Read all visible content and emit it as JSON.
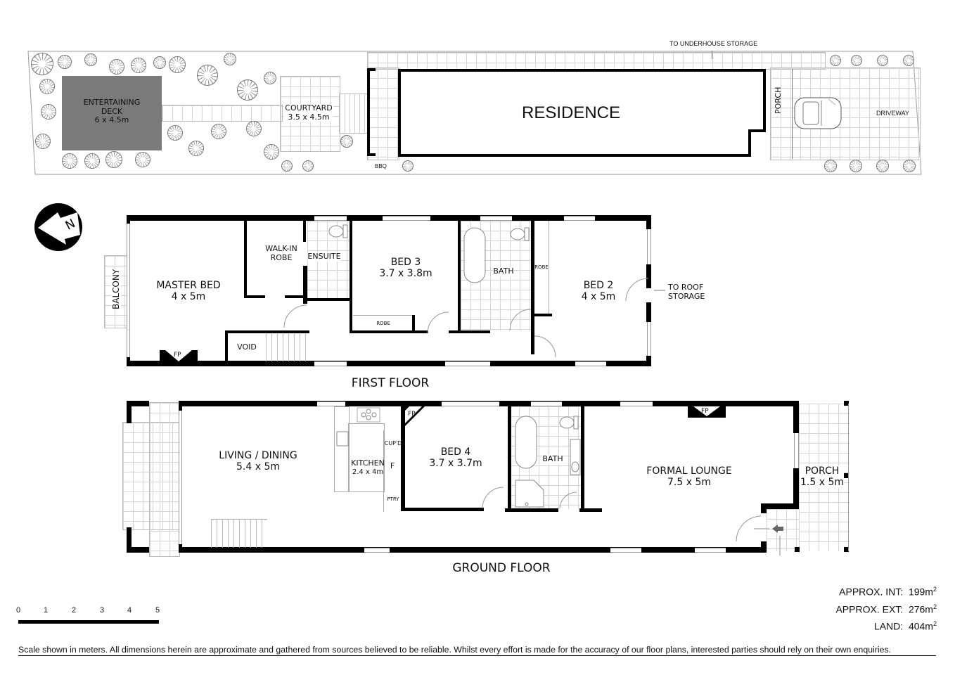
{
  "site_plan": {
    "entertaining_deck": {
      "name": "ENTERTAINING DECK",
      "size": "6 x 4.5m",
      "color": "#7a7a7a"
    },
    "courtyard": {
      "name": "COURTYARD",
      "size": "3.5 x 4.5m"
    },
    "residence": "RESIDENCE",
    "porch": "PORCH",
    "driveway": "DRIVEWAY",
    "bbq": "BBQ",
    "underhouse_note": "TO UNDERHOUSE STORAGE"
  },
  "compass": {
    "letter": "N"
  },
  "first_floor": {
    "title": "FIRST FLOOR",
    "rooms": {
      "balcony": "BALCONY",
      "master_bed": {
        "name": "MASTER BED",
        "size": "4 x 5m"
      },
      "walk_in_robe": {
        "line1": "WALK-IN",
        "line2": "ROBE"
      },
      "ensuite": "ENSUITE",
      "bed3": {
        "name": "BED 3",
        "size": "3.7 x 3.8m"
      },
      "bed3_robe": "ROBE",
      "bath": "BATH",
      "bed2_robe": "ROBE",
      "bed2": {
        "name": "BED 2",
        "size": "4 x 5m"
      },
      "roof_note": {
        "line1": "TO ROOF",
        "line2": "STORAGE"
      },
      "void": "VOID",
      "fireplace": "FP"
    }
  },
  "ground_floor": {
    "title": "GROUND FLOOR",
    "rooms": {
      "living_dining": {
        "name": "LIVING / DINING",
        "size": "5.4 x 5m"
      },
      "kitchen": {
        "name": "KITCHEN",
        "size": "2.4 x 4m"
      },
      "cupboard": "CUP'D",
      "fridge": "F",
      "pantry": "PTRY",
      "bed4": {
        "name": "BED 4",
        "size": "3.7 x 3.7m"
      },
      "bed4_fp": "FP",
      "bath": "BATH",
      "formal_lounge": {
        "name": "FORMAL LOUNGE",
        "size": "7.5 x 5m"
      },
      "lounge_fp": "FP",
      "porch": {
        "name": "PORCH",
        "size": "1.5 x 5m"
      }
    }
  },
  "areas": {
    "internal": {
      "label": "APPROX. INT:",
      "value": "199m",
      "unit_sup": "2"
    },
    "external": {
      "label": "APPROX. EXT:",
      "value": "276m",
      "unit_sup": "2"
    },
    "land": {
      "label": "LAND:",
      "value": "404m",
      "unit_sup": "2"
    }
  },
  "scale_bar": {
    "ticks": [
      "0",
      "1",
      "2",
      "3",
      "4",
      "5"
    ],
    "unit": "meters"
  },
  "disclaimer": "Scale shown in meters. All dimensions herein are approximate and gathered from sources believed to be  reliable. Whilst every effort is made for the accuracy of our floor plans, interested parties should rely on their own enquiries."
}
